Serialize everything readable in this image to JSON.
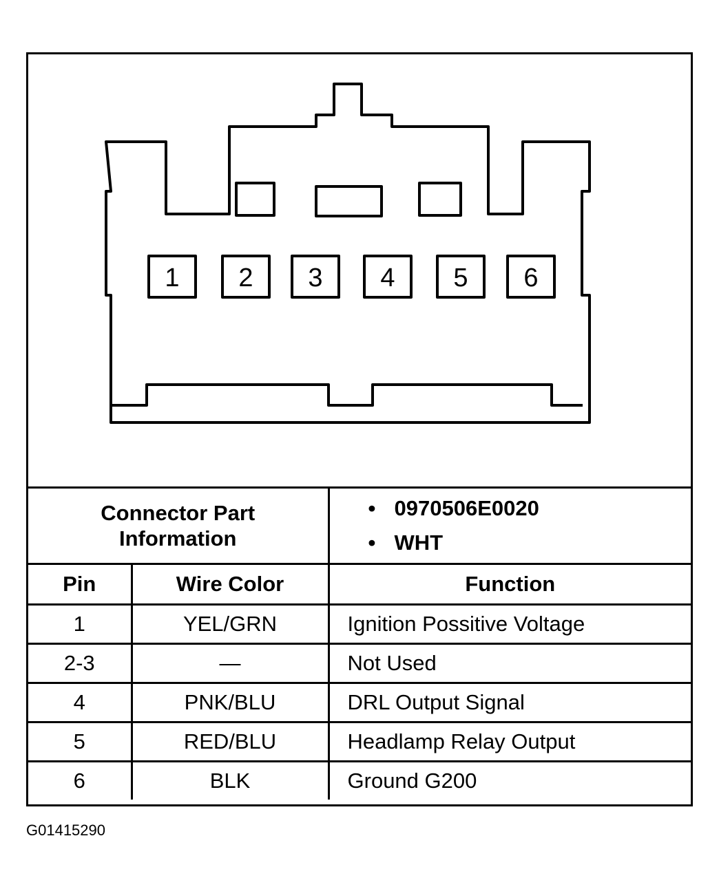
{
  "connector": {
    "pins": [
      "1",
      "2",
      "3",
      "4",
      "5",
      "6"
    ]
  },
  "part_info": {
    "label_line1": "Connector Part",
    "label_line2": "Information",
    "values": [
      "0970506E0020",
      "WHT"
    ]
  },
  "table": {
    "headers": {
      "pin": "Pin",
      "wire_color": "Wire Color",
      "function": "Function"
    },
    "rows": [
      {
        "pin": "1",
        "wire_color": "YEL/GRN",
        "function": "Ignition Possitive Voltage"
      },
      {
        "pin": "2-3",
        "wire_color": "—",
        "function": "Not Used"
      },
      {
        "pin": "4",
        "wire_color": "PNK/BLU",
        "function": "DRL Output Signal"
      },
      {
        "pin": "5",
        "wire_color": "RED/BLU",
        "function": "Headlamp Relay Output"
      },
      {
        "pin": "6",
        "wire_color": "BLK",
        "function": "Ground G200"
      }
    ]
  },
  "figure_code": "G01415290"
}
